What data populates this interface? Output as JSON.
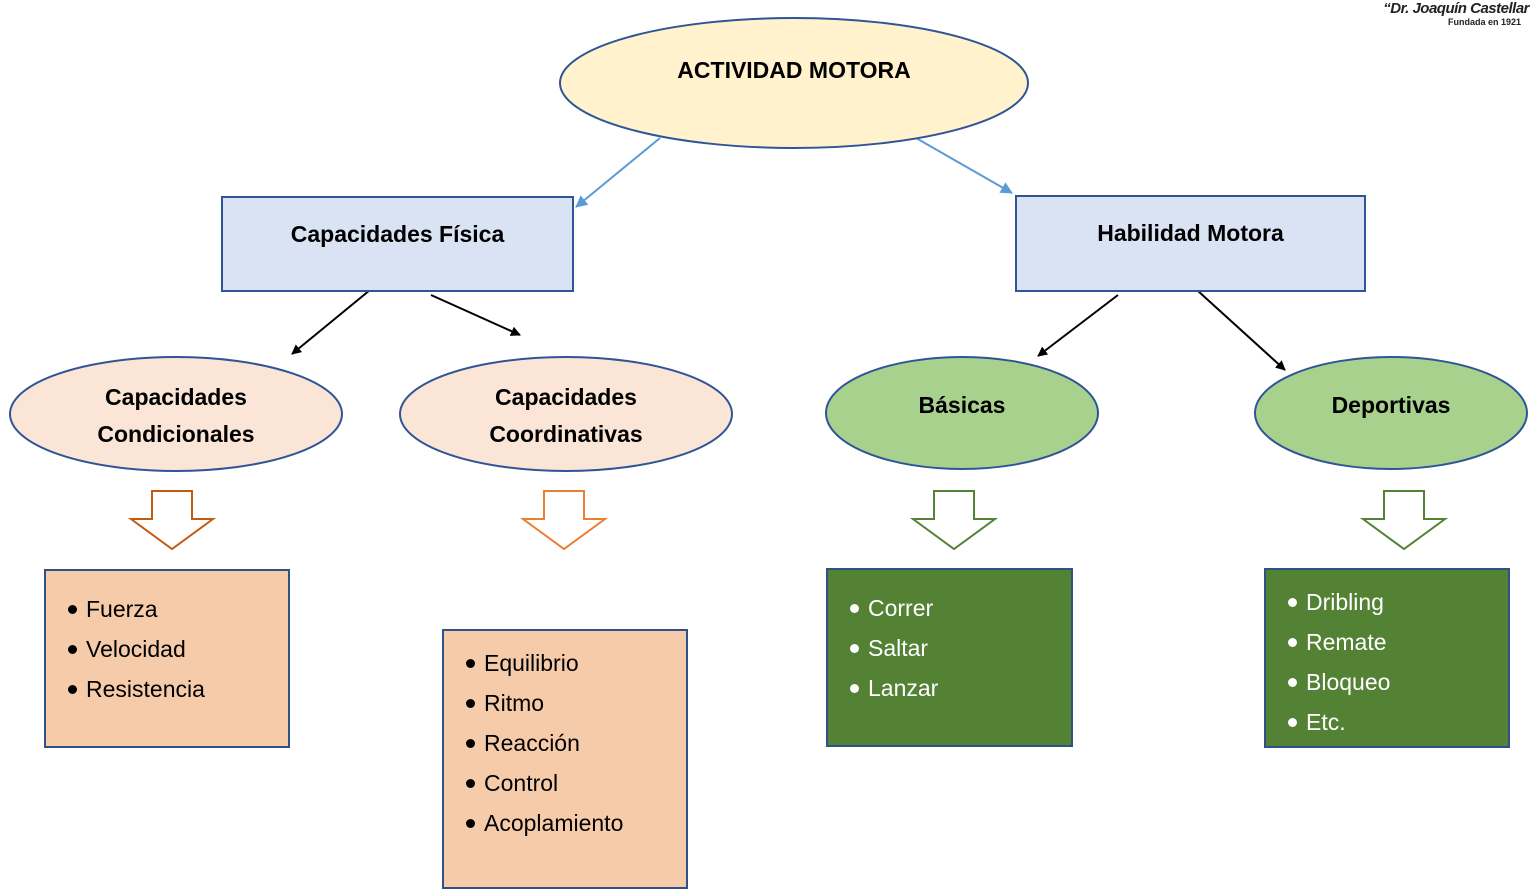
{
  "root": {
    "label": "ACTIVIDAD MOTORA"
  },
  "branches": {
    "physical": {
      "label": "Capacidades Física"
    },
    "motor": {
      "label": "Habilidad Motora"
    }
  },
  "categories": {
    "conditional": {
      "line1": "Capacidades",
      "line2": "Condicionales"
    },
    "coordinative": {
      "line1": "Capacidades",
      "line2": "Coordinativas"
    },
    "basic": {
      "label": "Básicas"
    },
    "sports": {
      "label": "Deportivas"
    }
  },
  "lists": {
    "conditional": [
      "Fuerza",
      "Velocidad",
      "Resistencia"
    ],
    "coordinative": [
      "Equilibrio",
      "Ritmo",
      "Reacción",
      "Control",
      "Acoplamiento"
    ],
    "basic": [
      "Correr",
      "Saltar",
      "Lanzar"
    ],
    "sports": [
      "Dribling",
      "Remate",
      "Bloqueo",
      "Etc."
    ]
  },
  "logo": {
    "name": "“Dr. Joaquín Castellar",
    "subtitle": "Fundada en 1921"
  },
  "colors": {
    "root_fill": "#fff2cc",
    "branch_fill": "#dae3f3",
    "peach_ellipse_fill": "#fbe5d6",
    "green_ellipse_fill": "#a9d18e",
    "outline": "#2f5597",
    "blue_arrow": "#5b9bd5",
    "orange_arrow": "#ed7d31",
    "green_arrow": "#548235",
    "list_peach": "#f5cbaa",
    "list_green": "#548235"
  }
}
